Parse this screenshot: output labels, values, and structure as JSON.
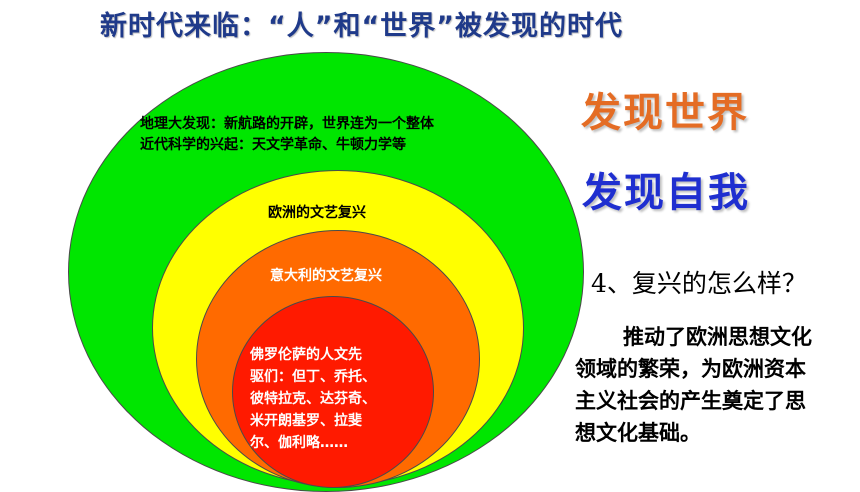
{
  "title": "新时代来临：“人”和“世界”被发现的时代",
  "colors": {
    "outer": "#00e600",
    "second": "#ffff00",
    "third": "#ff6a00",
    "inner": "#ff1a00",
    "discover_world": "#e46c24",
    "discover_self": "#1f2fd0"
  },
  "circles": {
    "outer": {
      "line1": "地理大发现：新航路的开辟，世界连为一个整体",
      "line2": "近代科学的兴起：天文学革命、牛顿力学等"
    },
    "second": {
      "label": "欧洲的文艺复兴"
    },
    "third": {
      "label": "意大利的文艺复兴"
    },
    "inner": {
      "lines": [
        "佛罗伦萨的人文先",
        "驱们：但丁、乔托、",
        "彼特拉克、达芬奇、",
        "米开朗基罗、拉斐",
        "尔、伽利略……"
      ]
    }
  },
  "side": {
    "discover_world": "发现世界",
    "discover_self": "发现自我",
    "question": "4、复兴的怎么样？",
    "answer_lines": [
      "推动了欧洲思想文化",
      "领域的繁荣，为欧洲资本",
      "主义社会的产生奠定了思",
      "想文化基础。"
    ]
  }
}
